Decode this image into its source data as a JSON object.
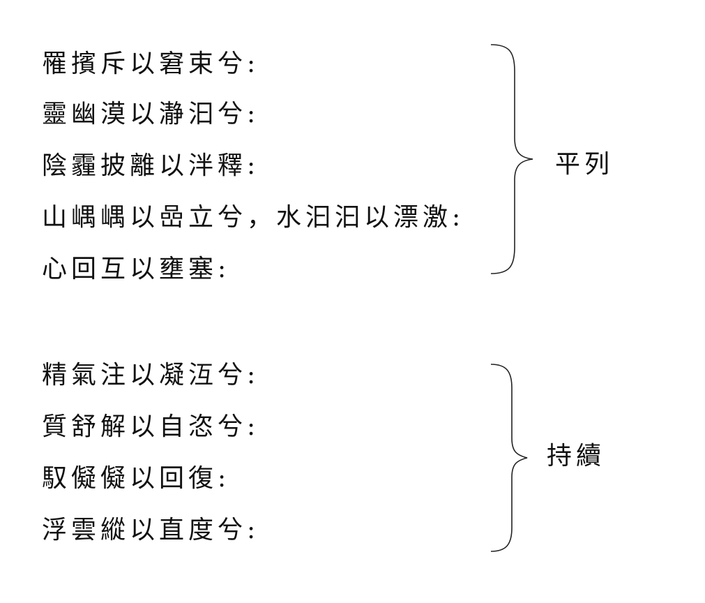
{
  "groups": [
    {
      "label": "平列",
      "lines": [
        "罹擯斥以窘束兮:",
        "靈幽漠以瀞汩兮:",
        "陰霾披離以泮釋:",
        "山嵎嵎以嵒立兮，水汩汩以漂激:",
        "心回互以壅塞:"
      ]
    },
    {
      "label": "持續",
      "lines": [
        "精氣注以凝沍兮:",
        "質舒解以自恣兮:",
        "馭儗儗以回復:",
        "浮雲縱以直度兮:"
      ]
    }
  ]
}
